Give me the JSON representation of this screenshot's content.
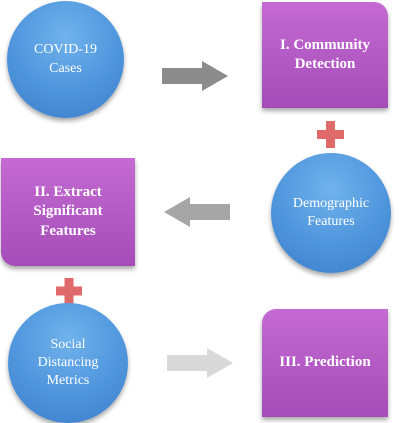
{
  "nodes": {
    "covid_cases": "COVID-19\nCases",
    "community_detection": "I. Community\nDetection",
    "demographic_features": "Demographic\nFeatures",
    "extract_features": "II. Extract\nSignificant\nFeatures",
    "social_distancing": "Social\nDistancing\nMetrics",
    "prediction": "III. Prediction"
  },
  "colors": {
    "circle": "#4f95dc",
    "box": "#b05bc4",
    "plus": "#e06a6a",
    "arrow_dark": "#8c8c8c",
    "arrow_mid": "#a6a6a6",
    "arrow_light": "#d9d9d9"
  },
  "icons": {
    "plus": "plus-icon",
    "arrow": "arrow-right-icon"
  }
}
